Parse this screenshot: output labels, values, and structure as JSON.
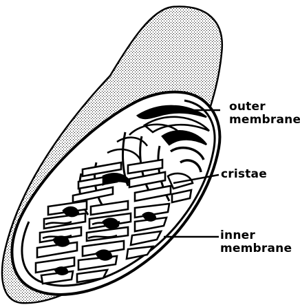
{
  "labels": {
    "outer_membrane": [
      "outer",
      "membrane"
    ],
    "cristae": [
      "cristae"
    ],
    "inner_membrane": [
      "inner",
      "membrane"
    ]
  },
  "colors": {
    "ink": "#000000",
    "stipple": "#9a9a9a",
    "background": "#ffffff"
  }
}
